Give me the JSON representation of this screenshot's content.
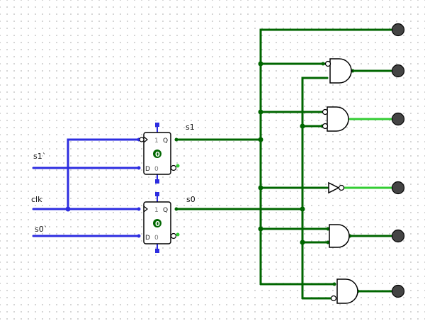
{
  "inputs": {
    "s1_prime": "s1`",
    "clk": "clk",
    "s0_prime": "s0`"
  },
  "outputs": {
    "s1": "s1",
    "s0": "s0"
  },
  "flipflops": [
    {
      "pin_set": "1",
      "pin_q": "Q",
      "pin_d": "D",
      "pin_reset": "0",
      "state": "0"
    },
    {
      "pin_set": "1",
      "pin_q": "Q",
      "pin_d": "D",
      "pin_reset": "0",
      "state": "0"
    }
  ],
  "colors": {
    "wire_true": "#006600",
    "wire_bright": "#33cc33",
    "wire_bus": "#2d2de0",
    "output_led": "#444444"
  },
  "icons": {
    "and_gate": "and-gate-icon",
    "not_gate": "not-gate-icon",
    "output_pin": "output-pin-icon",
    "d_flipflop": "d-flipflop-icon"
  }
}
